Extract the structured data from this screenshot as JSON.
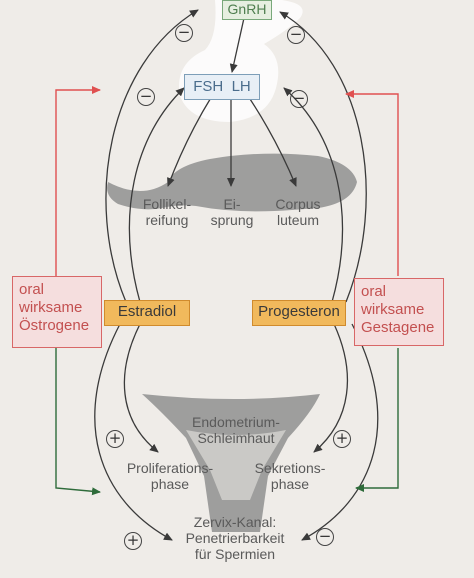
{
  "hypothalamus": {
    "label": "GnRH"
  },
  "pituitary": {
    "label": "FSH  LH"
  },
  "ovary": {
    "follicle_label": "Follikel-\nreifung",
    "ovulation_label": "Ei-\nsprung",
    "corpus_label": "Corpus\nluteum"
  },
  "hormones": {
    "estradiol": "Estradiol",
    "progesterone": "Progesteron"
  },
  "oral": {
    "estrogens": "oral\nwirksame\nÖstrogene",
    "gestagens": "oral\nwirksame\nGestagene"
  },
  "uterus": {
    "endometrium": "Endometrium-\nSchleimhaut",
    "proliferation": "Proliferations-\nphase",
    "secretion": "Sekretions-\nphase",
    "cervix": "Zervix-Kanal:\nPenetrierbarkeit\nfür Spermien"
  },
  "signs": {
    "minus": "−",
    "plus": "+"
  },
  "colors": {
    "red_arrow": "#e05050",
    "green_arrow": "#2e6b3a",
    "dark_arrow": "#3a3a3a",
    "orange_box": "#f1b95c",
    "blue_box": "#e8eff6",
    "gray_tissue": "#8c8c8c"
  }
}
